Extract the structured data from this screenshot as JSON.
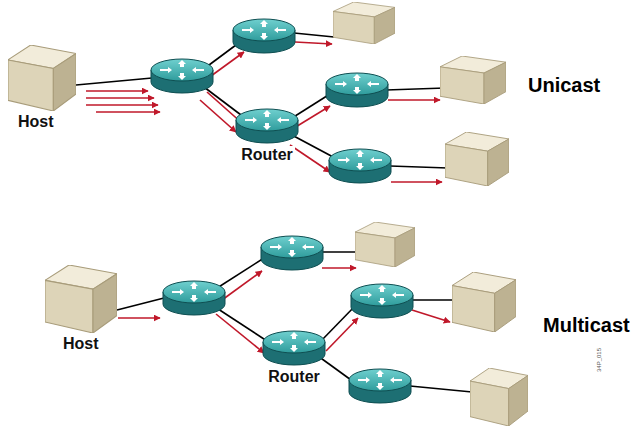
{
  "diagram": {
    "nodes": [
      {
        "text": [
          "Host"
        ]
      },
      {
        "text": [
          "Router"
        ]
      },
      {
        "text": [
          "Host"
        ]
      },
      {
        "text": [
          "Router"
        ]
      }
    ],
    "labels": [
      "Unicast",
      "Multicast",
      "34P_015"
    ]
  }
}
